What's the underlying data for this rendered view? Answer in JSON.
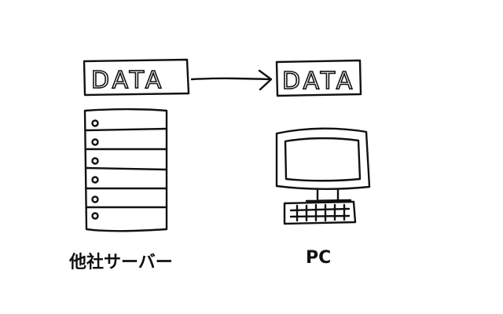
{
  "source_box": {
    "text": "DATA"
  },
  "target_box": {
    "text": "DATA"
  },
  "server": {
    "label": "他社サーバー"
  },
  "pc": {
    "label": "PC"
  },
  "colors": {
    "ink": "#111111",
    "background": "#ffffff"
  }
}
